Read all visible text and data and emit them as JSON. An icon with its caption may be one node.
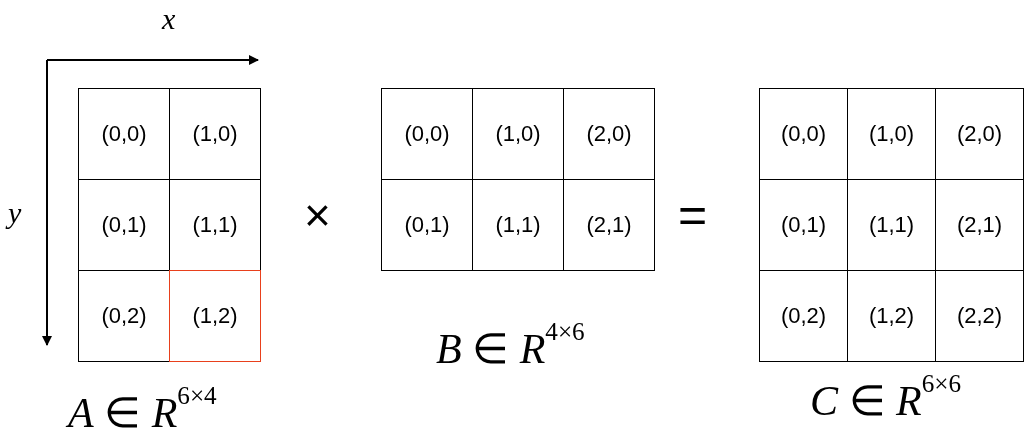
{
  "diagram": {
    "nodes": [
      {
        "text": [
          "(0,0)"
        ]
      },
      {
        "text": [
          "(1,0)"
        ]
      },
      {
        "text": [
          "(0,1)"
        ]
      },
      {
        "text": [
          "(1,1)"
        ]
      },
      {
        "text": [
          "(0,2)"
        ]
      },
      {
        "text": [
          "(1,2)"
        ]
      },
      {
        "text": [
          "(0,0)"
        ]
      },
      {
        "text": [
          "(1,0)"
        ]
      },
      {
        "text": [
          "(2,0)"
        ]
      },
      {
        "text": [
          "(0,1)"
        ]
      },
      {
        "text": [
          "(1,1)"
        ]
      },
      {
        "text": [
          "(2,1)"
        ]
      },
      {
        "text": [
          "(0,0)"
        ]
      },
      {
        "text": [
          "(1,0)"
        ]
      },
      {
        "text": [
          "(2,0)"
        ]
      },
      {
        "text": [
          "(0,1)"
        ]
      },
      {
        "text": [
          "(1,1)"
        ]
      },
      {
        "text": [
          "(2,1)"
        ]
      },
      {
        "text": [
          "(0,2)"
        ]
      },
      {
        "text": [
          "(1,2)"
        ]
      },
      {
        "text": [
          "(2,2)"
        ]
      }
    ],
    "labels": [
      "x",
      "y",
      "×",
      "=",
      "*A* ∈ *R*$^{6×4}$",
      "*B* ∈ *R*$^{4×6}$",
      "*C* ∈ *R*$^{6×6}$"
    ]
  }
}
